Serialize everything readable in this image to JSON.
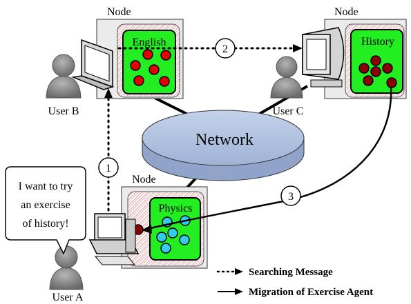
{
  "nodes": {
    "label": "Node",
    "english": {
      "subject": "English",
      "user": "User B",
      "dot_color": "#e00000"
    },
    "history": {
      "subject": "History",
      "user": "User C",
      "dot_color": "#8b0000"
    },
    "physics": {
      "subject": "Physics",
      "user": "User A",
      "dot_color": "#33ccee"
    }
  },
  "network": {
    "label": "Network"
  },
  "speech_bubble": {
    "line1": "I want to try",
    "line2": "an exercise",
    "line3": "of history!"
  },
  "steps": [
    "1",
    "2",
    "3"
  ],
  "legend": {
    "searching": "Searching Message",
    "migration": "Migration of Exercise Agent"
  },
  "colors": {
    "node_fill": "#ebebeb",
    "subject_fill": "#22ee22",
    "network_fill": "#a9bcdc",
    "hatch": "#d98080"
  }
}
